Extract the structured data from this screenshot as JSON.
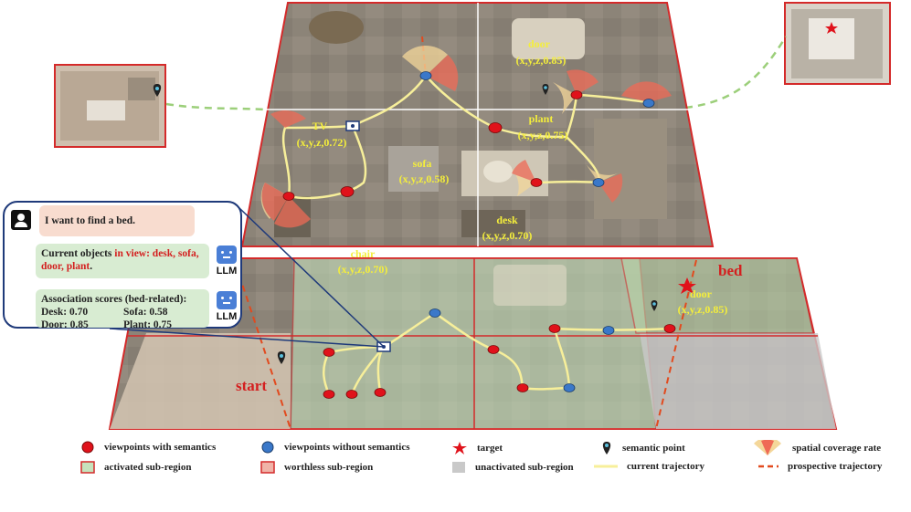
{
  "chat": {
    "user_message": "I want to find a bed.",
    "llm_msg1_prefix": "Current objects ",
    "llm_msg1_inview": "in view: desk, sofa, door, plant",
    "llm_msg1_suffix": ".",
    "llm_msg2_line1": "Association scores (bed-related):",
    "llm_msg2_desk": "Desk: 0.70",
    "llm_msg2_sofa": "Sofa: 0.58",
    "llm_msg2_door": "Door: 0.85",
    "llm_msg2_plant": "Plant: 0.75",
    "llm_label": "LLM"
  },
  "upper_labels": {
    "tv_name": "TV",
    "tv_coord": "(x,y,z,0.72)",
    "sofa_name": "sofa",
    "sofa_coord": "(x,y,z,0.58)",
    "plant_name": "plant",
    "plant_coord": "(x,y,z,0.75)",
    "door_name": "door",
    "door_coord": "(x,y,z,0.85)",
    "desk_name": "desk",
    "desk_coord": "(x,y,z,0.70)"
  },
  "lower_labels": {
    "chair_name": "chair",
    "chair_coord": "(x,y,z,0.70)",
    "door_name": "door",
    "door_coord": "(x,y,z,0.85)",
    "start": "start",
    "bed": "bed"
  },
  "legend": {
    "viewpoints_semantic": "viewpoints with semantics",
    "viewpoints_nonsemantic": "viewpoints without semantics",
    "target": "target",
    "semantic_point": "semantic point",
    "spatial_coverage": "spatial coverage rate",
    "activated": "activated sub-region",
    "worthless": "worthless sub-region",
    "unactivated": "unactivated sub-region",
    "current_trajectory": "current trajectory",
    "prospective_trajectory": "prospective trajectory"
  },
  "colors": {
    "semantic_red": "#e0121b",
    "nonsemantic_blue": "#3a78c9",
    "trajectory": "#f7ef9a",
    "prospective": "#e24a1e",
    "region_border": "#d42a2a",
    "activated_fill": "#c6e3bd",
    "unactivated_fill": "#c9c9c9",
    "coord_label": "#f4ee3c",
    "chat_border": "#1f3a7a"
  }
}
